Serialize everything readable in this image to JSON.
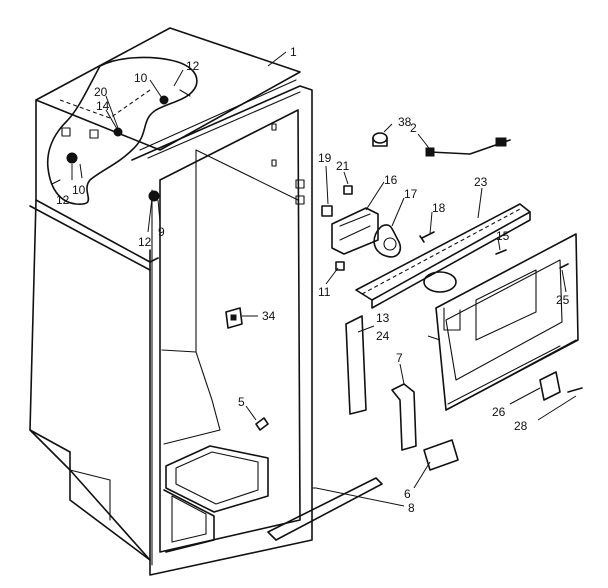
{
  "callouts": [
    {
      "id": "c1",
      "text": "1"
    },
    {
      "id": "c2",
      "text": "2"
    },
    {
      "id": "c38",
      "text": "38"
    },
    {
      "id": "c12a",
      "text": "12"
    },
    {
      "id": "c10a",
      "text": "10"
    },
    {
      "id": "c20",
      "text": "20"
    },
    {
      "id": "c14",
      "text": "14"
    },
    {
      "id": "c12b",
      "text": "12"
    },
    {
      "id": "c10b",
      "text": "10"
    },
    {
      "id": "c12c",
      "text": "12"
    },
    {
      "id": "c9",
      "text": "9"
    },
    {
      "id": "c19",
      "text": "19"
    },
    {
      "id": "c21",
      "text": "21"
    },
    {
      "id": "c16",
      "text": "16"
    },
    {
      "id": "c17",
      "text": "17"
    },
    {
      "id": "c18",
      "text": "18"
    },
    {
      "id": "c23",
      "text": "23"
    },
    {
      "id": "c15",
      "text": "15"
    },
    {
      "id": "c11",
      "text": "11"
    },
    {
      "id": "c25",
      "text": "25"
    },
    {
      "id": "c13",
      "text": "13"
    },
    {
      "id": "c24",
      "text": "24"
    },
    {
      "id": "c34",
      "text": "34"
    },
    {
      "id": "c7",
      "text": "7"
    },
    {
      "id": "c5",
      "text": "5"
    },
    {
      "id": "c26",
      "text": "26"
    },
    {
      "id": "c28",
      "text": "28"
    },
    {
      "id": "c6",
      "text": "6"
    },
    {
      "id": "c8",
      "text": "8"
    }
  ]
}
